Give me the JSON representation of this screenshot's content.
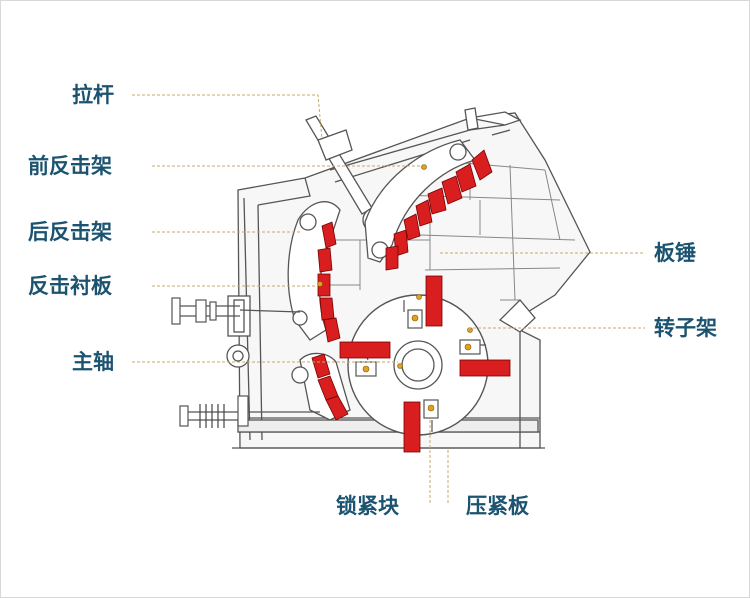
{
  "labels": {
    "tie_rod": "拉杆",
    "front_impact_frame": "前反击架",
    "rear_impact_frame": "后反击架",
    "impact_liner": "反击衬板",
    "main_shaft": "主轴",
    "blow_bar": "板锤",
    "rotor_frame": "转子架",
    "locking_block": "锁紧块",
    "pressure_plate": "压紧板"
  },
  "colors": {
    "label_text": "#1b5370",
    "leader_line": "#c9a96a",
    "outline": "#555555",
    "wear_part": "#d81e1e",
    "rotor_accent": "#e0a020"
  }
}
